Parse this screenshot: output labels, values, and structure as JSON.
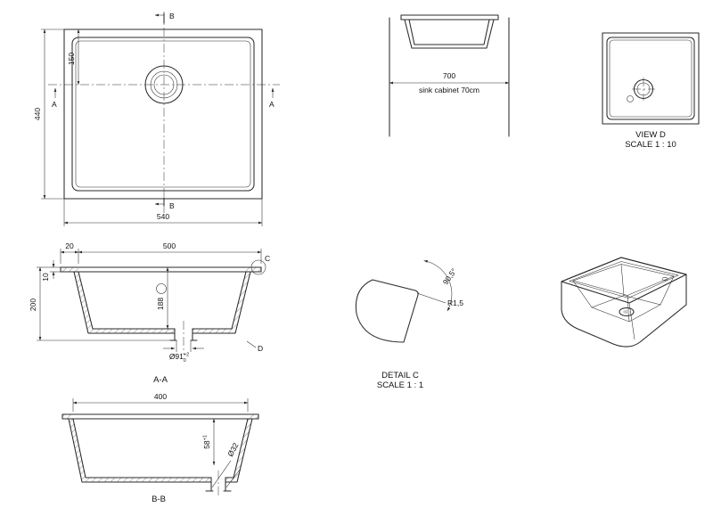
{
  "colors": {
    "background": "#ffffff",
    "line": "#2a2a2a"
  },
  "plan_view": {
    "section_b_label": "B",
    "section_a_label": "A",
    "dim_150": "150",
    "dim_440": "440",
    "dim_540": "540"
  },
  "cabinet_view": {
    "dim_700": "700",
    "caption": "sink cabinet 70cm"
  },
  "view_d": {
    "title": "VIEW D",
    "scale": "SCALE 1 : 10"
  },
  "section_aa": {
    "title": "A-A",
    "dim_20": "20",
    "dim_500": "500",
    "dim_10": "10",
    "dim_200": "200",
    "dim_188": "188",
    "dim_drain": "Ø91",
    "dim_drain_tol_upper": "+2",
    "dim_drain_tol_lower": "0",
    "detail_marker": "C",
    "d_marker": "D"
  },
  "detail_c": {
    "title": "DETAIL C",
    "scale": "SCALE 1 : 1",
    "angle": "90,5°",
    "radius": "R1,5"
  },
  "section_bb": {
    "title": "B-B",
    "dim_400": "400",
    "dim_58": "58",
    "dim_58_tol": "+1",
    "dim_32": "Ø32"
  }
}
